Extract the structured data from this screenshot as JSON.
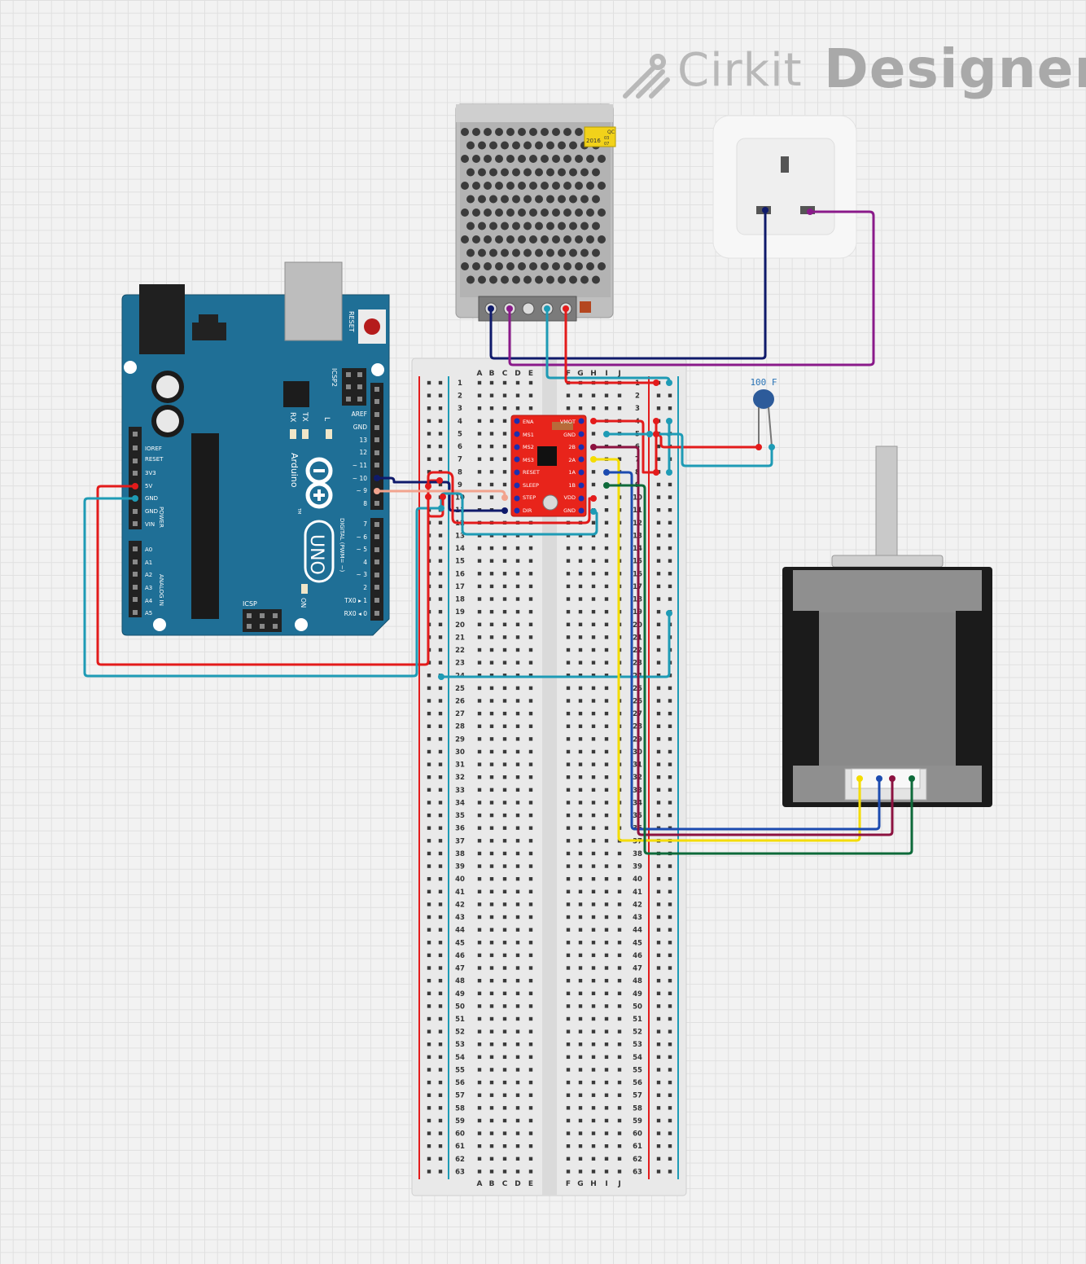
{
  "brand": {
    "name_left": "Cirkit",
    "name_right": "Designer"
  },
  "capacitor": {
    "label": "100 F"
  },
  "arduino": {
    "reset": "RESET",
    "icsp2": "ICSP2",
    "aref": "AREF",
    "gnd": "GND",
    "pin13": "13",
    "pin12": "12",
    "pin11": "~ 11",
    "pin10": "~ 10",
    "pin9": "~ 9",
    "pin8": "8",
    "pin7": "7",
    "pin6": "~ 6",
    "pin5": "~ 5",
    "pin4": "4",
    "pin3": "~ 3",
    "pin2": "2",
    "pin1": "TX0 ▸ 1",
    "pin0": "RX0 ◂ 0",
    "rx": "RX",
    "tx": "TX",
    "l": "L",
    "name": "Arduino",
    "tm": "TM",
    "uno": "UNO",
    "digital": "DIGITAL (PWM= ~)",
    "on": "ON",
    "icsp": "ICSP",
    "power_labels": [
      "IOREF",
      "RESET",
      "3V3",
      "5V",
      "GND",
      "GND",
      "VIN"
    ],
    "power": "POWER",
    "analog_labels": [
      "A0",
      "A1",
      "A2",
      "A3",
      "A4",
      "A5"
    ],
    "analog": "ANALOG IN"
  },
  "driver": {
    "left_pins": [
      "ENA",
      "MS1",
      "MS2",
      "MS3",
      "RESET",
      "SLEEP",
      "STEP",
      "DIR"
    ],
    "right_pins": [
      "VMOT",
      "GND",
      "2B",
      "2A",
      "1A",
      "1B",
      "VDD",
      "GND"
    ]
  },
  "psu": {
    "sticker_top": "QC",
    "sticker_year": "2016",
    "sticker_code1": "03",
    "sticker_code2": "07"
  },
  "breadboard": {
    "cols_left": [
      "A",
      "B",
      "C",
      "D",
      "E"
    ],
    "cols_right": [
      "F",
      "G",
      "H",
      "I",
      "J"
    ],
    "row_count": 63
  },
  "colors": {
    "arduino_board": "#1f6f96",
    "driver_board": "#e8241b",
    "wire_red": "#e31b1b",
    "wire_teal": "#1e9bb5",
    "wire_navy": "#0f1a6b",
    "wire_purple": "#8a1a8a",
    "wire_yellow": "#f4dc00",
    "wire_blue": "#1c4bb0",
    "wire_maroon": "#8c1240",
    "wire_green": "#0e6a3a",
    "wire_salmon": "#f2a48e"
  }
}
